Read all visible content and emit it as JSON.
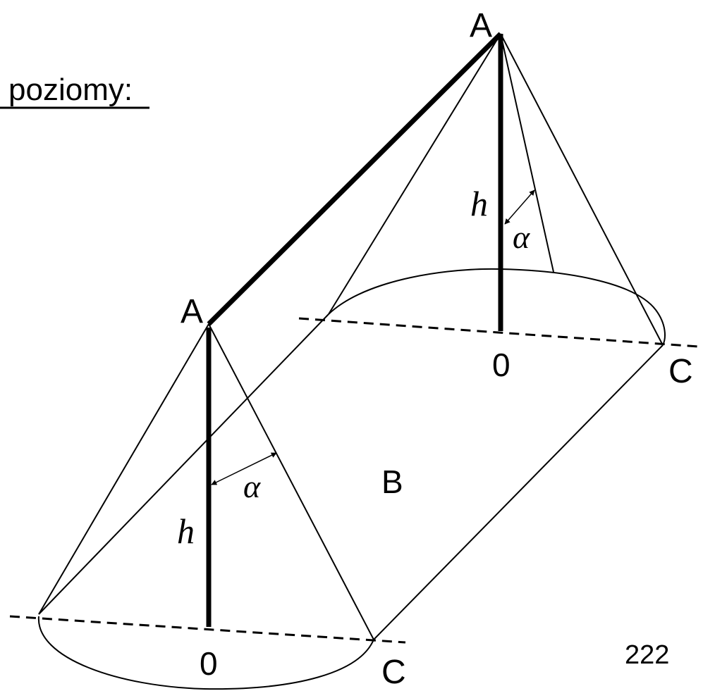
{
  "heading": {
    "text": "poziomy",
    "suffix": ":"
  },
  "labels": {
    "apex": "A",
    "base_center": "0",
    "base_point": "C",
    "plane": "B",
    "height": "h",
    "angle": "α"
  },
  "page_number": "222",
  "colors": {
    "ink": "#000000",
    "background": "#ffffff"
  }
}
